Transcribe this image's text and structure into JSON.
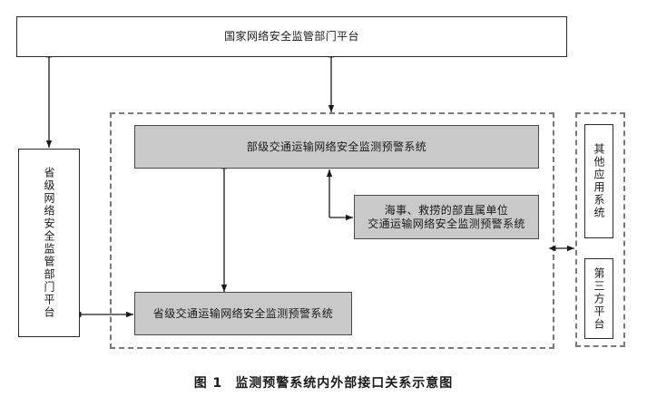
{
  "figure": {
    "caption_label": "图 1",
    "caption_text": "监测预警系统内外部接口关系示意图"
  },
  "colors": {
    "filled_node_bg": "#c9c9c9",
    "node_border": "#2b2b2b",
    "dashed_border": "#7a7a7a",
    "connector": "#1a1a1a",
    "page_bg": "#ffffff"
  },
  "nodes": {
    "national_platform": {
      "label": "国家网络安全监管部门平台",
      "style": "plain",
      "orientation": "horizontal"
    },
    "provincial_regulator_platform": {
      "label": "省级网络安全监管部门平台",
      "style": "plain",
      "orientation": "vertical"
    },
    "ministry_system": {
      "label": "部级交通运输网络安全监测预警系统",
      "style": "filled",
      "orientation": "horizontal"
    },
    "maritime_rescue_system": {
      "label": "海事、救捞的部直属单位\n交通运输网络安全监测预警系统",
      "style": "filled",
      "orientation": "horizontal"
    },
    "provincial_transport_system": {
      "label": "省级交通运输网络安全监测预警系统",
      "style": "filled",
      "orientation": "horizontal"
    },
    "other_application_system": {
      "label": "其他应用系统",
      "style": "plain",
      "orientation": "vertical"
    },
    "third_party_platform": {
      "label": "第三方平台",
      "style": "plain",
      "orientation": "vertical"
    }
  },
  "regions": {
    "internal_boundary": {
      "name": "内部系统边界",
      "style": "dashed"
    },
    "external_boundary": {
      "name": "外部系统边界",
      "style": "dashed"
    }
  },
  "connectors": [
    {
      "name": "national-to-provincial-regulator",
      "from": "national_platform",
      "to": "provincial_regulator_platform",
      "arrow": "double"
    },
    {
      "name": "national-to-internal-boundary",
      "from": "national_platform",
      "to": "internal_boundary",
      "arrow": "double"
    },
    {
      "name": "ministry-to-provincial-transport",
      "from": "ministry_system",
      "to": "provincial_transport_system",
      "arrow": "double"
    },
    {
      "name": "maritime-to-ministry",
      "from": "maritime_rescue_system",
      "to": "ministry_system",
      "arrow": "single"
    },
    {
      "name": "provincial-regulator-to-provincial-transport",
      "from": "provincial_regulator_platform",
      "to": "provincial_transport_system",
      "arrow": "double"
    },
    {
      "name": "internal-to-external-boundary",
      "from": "internal_boundary",
      "to": "external_boundary",
      "arrow": "double"
    }
  ]
}
